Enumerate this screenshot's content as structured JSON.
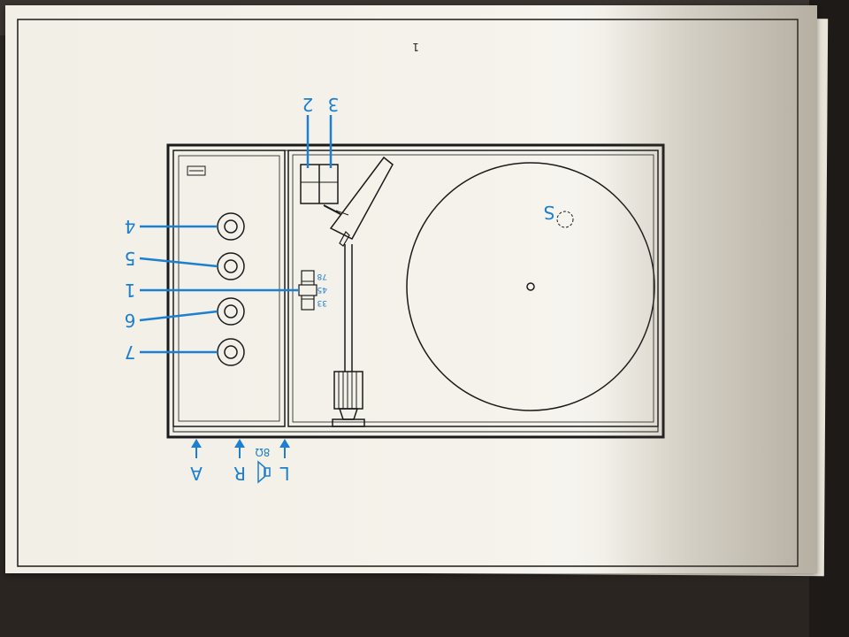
{
  "page_number": "1",
  "labels": {
    "sockets": [
      "4",
      "5",
      "6",
      "7"
    ],
    "speed_selector": "1",
    "cartridge_left": "2",
    "cartridge_right": "3",
    "platter_marker": "S",
    "connection_a": "A",
    "connection_r": "R",
    "connection_l": "L",
    "impedance": "8Ω"
  },
  "speeds": [
    "33",
    "45",
    "78"
  ],
  "colors": {
    "label_blue": "#1c7fcf",
    "line_black": "#1a1a1a"
  }
}
